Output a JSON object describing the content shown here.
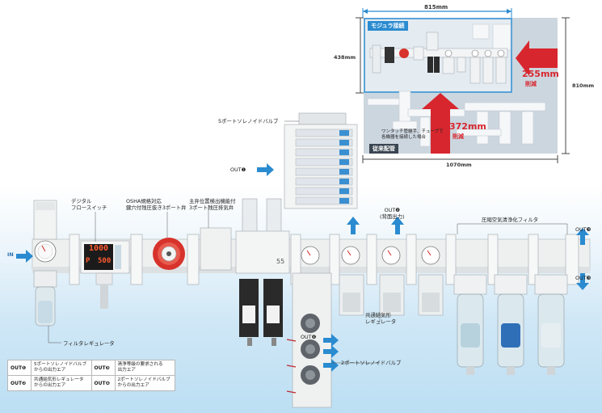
{
  "inset": {
    "width_label": "815mm",
    "height_label": "438mm",
    "total_height_label": "810mm",
    "total_width_label": "1070mm",
    "modular_label": "モジュラ接続",
    "conventional_label": "従来配管",
    "reduce_horizontal": "255mm",
    "reduce_horizontal_suffix": "削減",
    "reduce_vertical": "372mm",
    "reduce_vertical_suffix": "削減",
    "note_line1": "ワンタッチ管継手、チューブで",
    "note_line2": "各機器を接続した場合"
  },
  "labels": {
    "in": "IN",
    "digital_flow_switch_1": "デジタル",
    "digital_flow_switch_2": "フロースイッチ",
    "osha_valve_1": "OSHA規格対応",
    "osha_valve_2": "鍵穴付残圧抜き3ポート弁",
    "main_valve_1": "主弁位置検出機能付",
    "main_valve_2": "3ポート残圧排気弁",
    "five_port_valve": "5ポートソレノイドバルブ",
    "out1": "OUT❶",
    "out2": "OUT❷",
    "out2_sub": "(背面出力)",
    "clean_filter": "圧縮空気清浄化フィルタ",
    "out3_top": "OUT❸",
    "out3_bottom": "OUT❸",
    "out4": "OUT❹",
    "common_regulator_1": "共通給気形",
    "common_regulator_2": "レギュレータ",
    "two_port_valve": "2ポートソレノイドバルブ",
    "filter_regulator": "フィルタレギュレータ",
    "display_flow": "1000",
    "display_p": "P",
    "display_pressure": "500",
    "module_number": "55"
  },
  "legend": [
    {
      "key": "OUT❶",
      "text_1": "5ポートソレノイドバルブ",
      "text_2": "からの出力エア"
    },
    {
      "key": "OUT❸",
      "text_1": "清浄等級の要求される",
      "text_2": "出力エア"
    },
    {
      "key": "OUT❷",
      "text_1": "共通給気形レギュレータ",
      "text_2": "からの出力エア"
    },
    {
      "key": "OUT❹",
      "text_1": "2ポートソレノイドバルブ",
      "text_2": "からの出力エア"
    }
  ],
  "colors": {
    "arrow_blue": "#2a8bd0",
    "arrow_red": "#d8262e",
    "inset_bg": "#ccd6df",
    "module_white": "#eef0f0",
    "valve_red": "#d7322b"
  }
}
